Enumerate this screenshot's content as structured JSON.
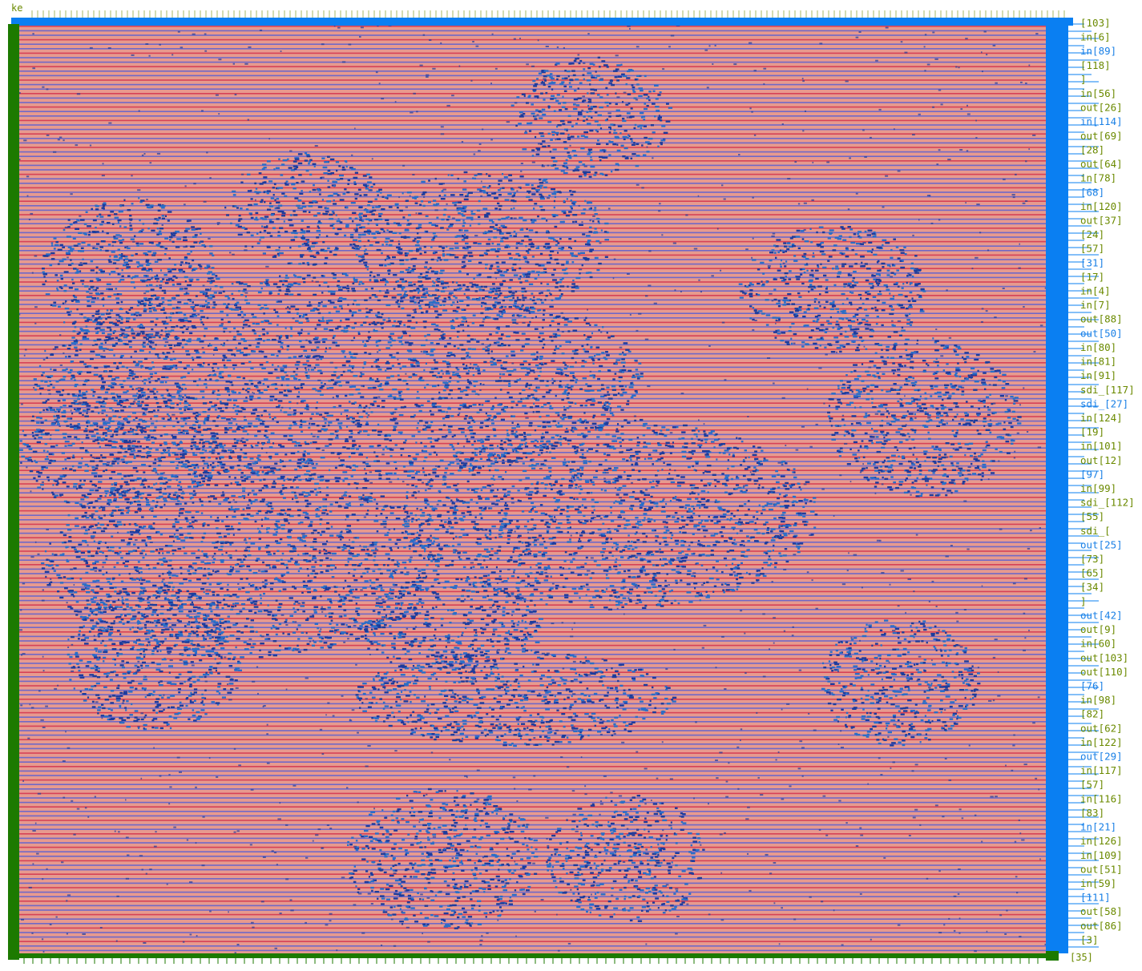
{
  "layout": {
    "title_text": "ke",
    "bottom_label": "[35]"
  },
  "colors": {
    "background": "#ffffff",
    "core_fill": "#e79a8e",
    "row_blue": "#5a5fd1",
    "row_red": "#d2324d",
    "cell_dark": "#1d3c9c",
    "cell_mid": "#2a6ec7",
    "power_rail_blue": "#0a7ff2",
    "ground_rail_green": "#1c7a00",
    "label_olive": "#6b8a00",
    "label_blue": "#1a80e6"
  },
  "right_pin_labels": [
    "[103]",
    "in[6]",
    "in[89]",
    "[118]",
    "]",
    "in[56]",
    "out[26]",
    "in[114]",
    "out[69]",
    "[28]",
    "out[64]",
    "in[78]",
    "[68]",
    "in[120]",
    "out[37]",
    "[24]",
    "[57]",
    "[31]",
    "[17]",
    "in[4]",
    "in[7]",
    "out[88]",
    "out[50]",
    "in[80]",
    "in[81]",
    "in[91]",
    "sdi_[117]",
    "sdi_[27]",
    "in[124]",
    "[19]",
    "in[101]",
    "out[12]",
    "[97]",
    "in[99]",
    "sdi_[112]",
    "[55]",
    "sdi_[",
    "out[25]",
    "[73]",
    "[65]",
    "[34]",
    "]",
    "out[42]",
    "out[9]",
    "in[60]",
    "out[103]",
    "out[110]",
    "[76]",
    "in[98]",
    "[82]",
    "out[62]",
    "in[122]",
    "out[29]",
    "in[117]",
    "[57]",
    "in[116]",
    "[83]",
    "in[21]",
    "in[126]",
    "in[109]",
    "out[51]",
    "in[59]",
    "[111]",
    "out[58]",
    "out[86]",
    "[3]"
  ]
}
